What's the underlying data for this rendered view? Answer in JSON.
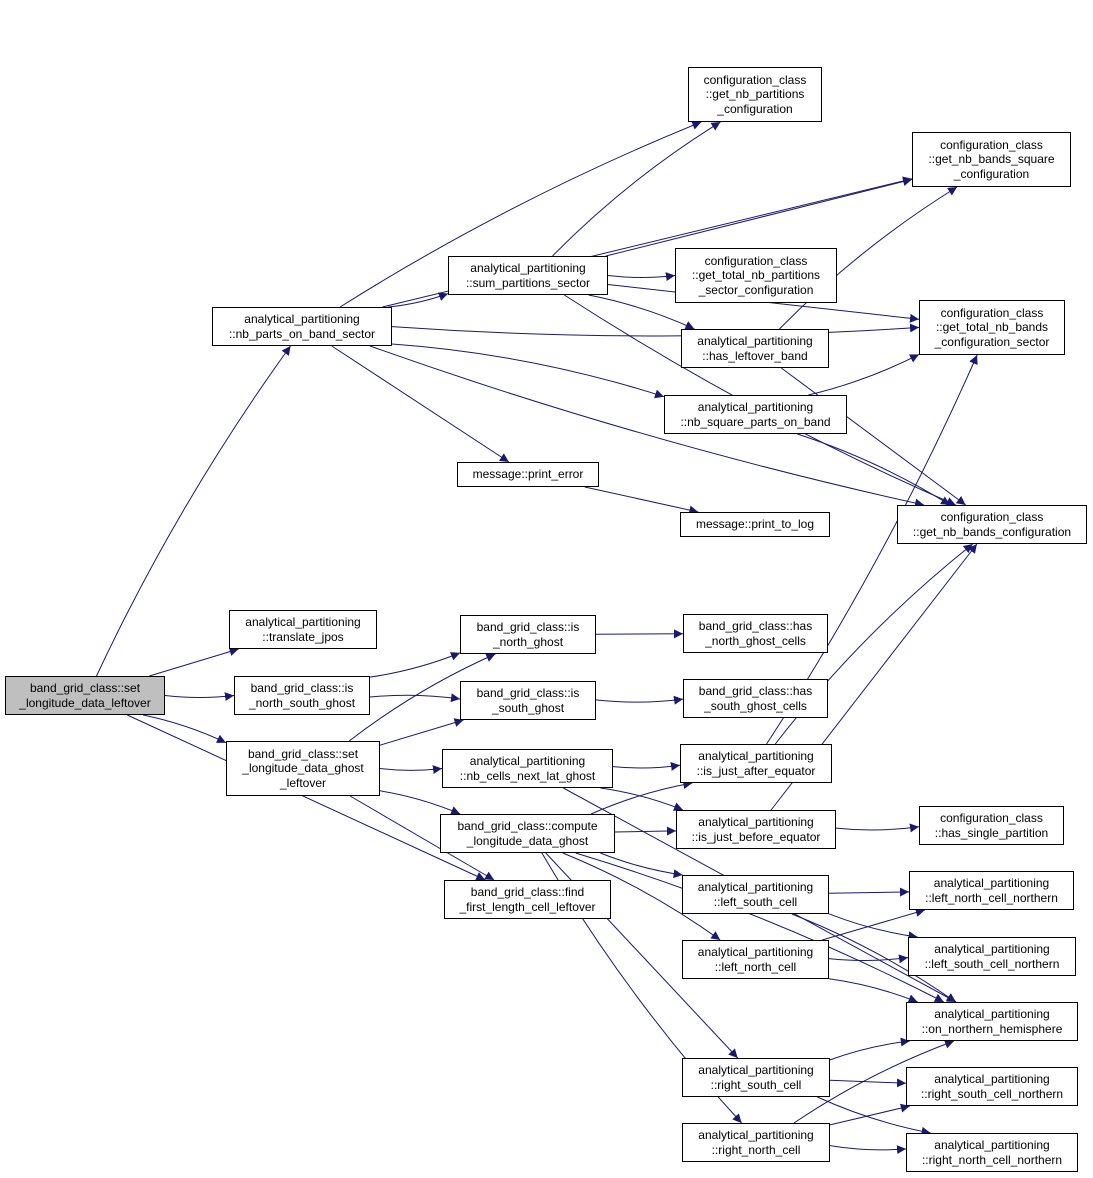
{
  "colors": {
    "edge": "#191970",
    "node_border": "#000000",
    "root_fill": "#bfbfbf",
    "node_fill": "#ffffff"
  },
  "nodes": {
    "root": [
      "band_grid_class::set",
      "_longitude_data_leftover"
    ],
    "nb_parts_on_band_sector": [
      "analytical_partitioning",
      "::nb_parts_on_band_sector"
    ],
    "translate_jpos": [
      "analytical_partitioning",
      "::translate_jpos"
    ],
    "is_north_south_ghost": [
      "band_grid_class::is",
      "_north_south_ghost"
    ],
    "set_longitude_data_ghost_leftover": [
      "band_grid_class::set",
      "_longitude_data_ghost",
      "_leftover"
    ],
    "find_first_length_cell_leftover": [
      "band_grid_class::find",
      "_first_length_cell_leftover"
    ],
    "sum_partitions_sector": [
      "analytical_partitioning",
      "::sum_partitions_sector"
    ],
    "get_nb_partitions_configuration": [
      "configuration_class",
      "::get_nb_partitions",
      "_configuration"
    ],
    "get_nb_bands_square_configuration": [
      "configuration_class",
      "::get_nb_bands_square",
      "_configuration"
    ],
    "get_total_nb_partitions_sector_configuration": [
      "configuration_class",
      "::get_total_nb_partitions",
      "_sector_configuration"
    ],
    "has_leftover_band": [
      "analytical_partitioning",
      "::has_leftover_band"
    ],
    "get_total_nb_bands_configuration_sector": [
      "configuration_class",
      "::get_total_nb_bands",
      "_configuration_sector"
    ],
    "nb_square_parts_on_band": [
      "analytical_partitioning",
      "::nb_square_parts_on_band"
    ],
    "print_error": [
      "message::print_error"
    ],
    "print_to_log": [
      "message::print_to_log"
    ],
    "get_nb_bands_configuration": [
      "configuration_class",
      "::get_nb_bands_configuration"
    ],
    "is_north_ghost": [
      "band_grid_class::is",
      "_north_ghost"
    ],
    "has_north_ghost_cells": [
      "band_grid_class::has",
      "_north_ghost_cells"
    ],
    "is_south_ghost": [
      "band_grid_class::is",
      "_south_ghost"
    ],
    "has_south_ghost_cells": [
      "band_grid_class::has",
      "_south_ghost_cells"
    ],
    "nb_cells_next_lat_ghost": [
      "analytical_partitioning",
      "::nb_cells_next_lat_ghost"
    ],
    "is_just_after_equator": [
      "analytical_partitioning",
      "::is_just_after_equator"
    ],
    "compute_longitude_data_ghost": [
      "band_grid_class::compute",
      "_longitude_data_ghost"
    ],
    "is_just_before_equator": [
      "analytical_partitioning",
      "::is_just_before_equator"
    ],
    "has_single_partition": [
      "configuration_class",
      "::has_single_partition"
    ],
    "left_south_cell": [
      "analytical_partitioning",
      "::left_south_cell"
    ],
    "left_north_cell_northern": [
      "analytical_partitioning",
      "::left_north_cell_northern"
    ],
    "left_north_cell": [
      "analytical_partitioning",
      "::left_north_cell"
    ],
    "left_south_cell_northern": [
      "analytical_partitioning",
      "::left_south_cell_northern"
    ],
    "on_northern_hemisphere": [
      "analytical_partitioning",
      "::on_northern_hemisphere"
    ],
    "right_south_cell": [
      "analytical_partitioning",
      "::right_south_cell"
    ],
    "right_south_cell_northern": [
      "analytical_partitioning",
      "::right_south_cell_northern"
    ],
    "right_north_cell": [
      "analytical_partitioning",
      "::right_north_cell"
    ],
    "right_north_cell_northern": [
      "analytical_partitioning",
      "::right_north_cell_northern"
    ]
  },
  "edges": [
    [
      "root",
      "nb_parts_on_band_sector"
    ],
    [
      "root",
      "translate_jpos"
    ],
    [
      "root",
      "is_north_south_ghost"
    ],
    [
      "root",
      "set_longitude_data_ghost_leftover"
    ],
    [
      "root",
      "find_first_length_cell_leftover"
    ],
    [
      "nb_parts_on_band_sector",
      "sum_partitions_sector"
    ],
    [
      "nb_parts_on_band_sector",
      "get_nb_partitions_configuration"
    ],
    [
      "nb_parts_on_band_sector",
      "get_nb_bands_square_configuration"
    ],
    [
      "nb_parts_on_band_sector",
      "get_total_nb_bands_configuration_sector"
    ],
    [
      "nb_parts_on_band_sector",
      "nb_square_parts_on_band"
    ],
    [
      "nb_parts_on_band_sector",
      "print_error"
    ],
    [
      "nb_parts_on_band_sector",
      "get_nb_bands_configuration"
    ],
    [
      "sum_partitions_sector",
      "get_nb_partitions_configuration"
    ],
    [
      "sum_partitions_sector",
      "get_nb_bands_square_configuration"
    ],
    [
      "sum_partitions_sector",
      "get_total_nb_partitions_sector_configuration"
    ],
    [
      "sum_partitions_sector",
      "has_leftover_band"
    ],
    [
      "sum_partitions_sector",
      "get_total_nb_bands_configuration_sector"
    ],
    [
      "sum_partitions_sector",
      "get_nb_bands_configuration"
    ],
    [
      "has_leftover_band",
      "get_nb_bands_square_configuration"
    ],
    [
      "has_leftover_band",
      "get_nb_bands_configuration"
    ],
    [
      "nb_square_parts_on_band",
      "get_total_nb_bands_configuration_sector"
    ],
    [
      "nb_square_parts_on_band",
      "get_nb_bands_configuration"
    ],
    [
      "print_error",
      "print_to_log"
    ],
    [
      "is_north_south_ghost",
      "is_north_ghost"
    ],
    [
      "is_north_south_ghost",
      "is_south_ghost"
    ],
    [
      "is_north_ghost",
      "has_north_ghost_cells"
    ],
    [
      "is_south_ghost",
      "has_south_ghost_cells"
    ],
    [
      "set_longitude_data_ghost_leftover",
      "is_north_ghost"
    ],
    [
      "set_longitude_data_ghost_leftover",
      "is_south_ghost"
    ],
    [
      "set_longitude_data_ghost_leftover",
      "nb_cells_next_lat_ghost"
    ],
    [
      "set_longitude_data_ghost_leftover",
      "compute_longitude_data_ghost"
    ],
    [
      "set_longitude_data_ghost_leftover",
      "find_first_length_cell_leftover"
    ],
    [
      "nb_cells_next_lat_ghost",
      "is_just_after_equator"
    ],
    [
      "nb_cells_next_lat_ghost",
      "is_just_before_equator"
    ],
    [
      "nb_cells_next_lat_ghost",
      "on_northern_hemisphere"
    ],
    [
      "is_just_after_equator",
      "get_total_nb_bands_configuration_sector"
    ],
    [
      "is_just_after_equator",
      "get_nb_bands_configuration"
    ],
    [
      "is_just_before_equator",
      "get_nb_bands_configuration"
    ],
    [
      "is_just_before_equator",
      "has_single_partition"
    ],
    [
      "compute_longitude_data_ghost",
      "is_just_after_equator"
    ],
    [
      "compute_longitude_data_ghost",
      "is_just_before_equator"
    ],
    [
      "compute_longitude_data_ghost",
      "left_south_cell"
    ],
    [
      "compute_longitude_data_ghost",
      "left_north_cell"
    ],
    [
      "compute_longitude_data_ghost",
      "right_south_cell"
    ],
    [
      "compute_longitude_data_ghost",
      "right_north_cell"
    ],
    [
      "compute_longitude_data_ghost",
      "on_northern_hemisphere"
    ],
    [
      "left_south_cell",
      "left_north_cell_northern"
    ],
    [
      "left_south_cell",
      "left_south_cell_northern"
    ],
    [
      "left_south_cell",
      "on_northern_hemisphere"
    ],
    [
      "left_north_cell",
      "left_north_cell_northern"
    ],
    [
      "left_north_cell",
      "left_south_cell_northern"
    ],
    [
      "left_north_cell",
      "on_northern_hemisphere"
    ],
    [
      "right_south_cell",
      "right_south_cell_northern"
    ],
    [
      "right_south_cell",
      "right_north_cell_northern"
    ],
    [
      "right_south_cell",
      "on_northern_hemisphere"
    ],
    [
      "right_north_cell",
      "right_south_cell_northern"
    ],
    [
      "right_north_cell",
      "right_north_cell_northern"
    ],
    [
      "right_north_cell",
      "on_northern_hemisphere"
    ]
  ]
}
